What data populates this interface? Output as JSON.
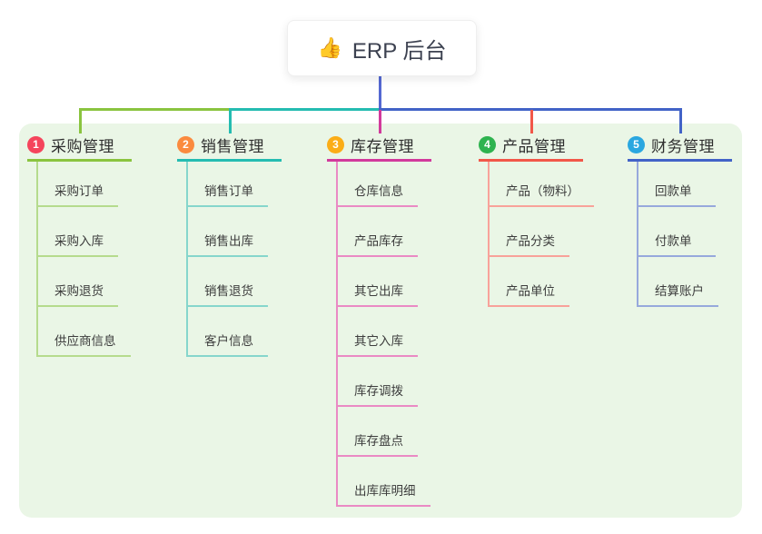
{
  "root": {
    "icon_glyph": "👍",
    "label": "ERP 后台"
  },
  "colors": {
    "panel_bg": "#eaf6e6",
    "root_line": "#5468d2"
  },
  "branches": [
    {
      "num": "1",
      "title": "采购管理",
      "badge_color": "#f5455c",
      "line_color": "#8ac43f",
      "child_line_color": "#b5db8d",
      "children": [
        "采购订单",
        "采购入库",
        "采购退货",
        "供应商信息"
      ]
    },
    {
      "num": "2",
      "title": "销售管理",
      "badge_color": "#fb8b3f",
      "line_color": "#25bcb1",
      "child_line_color": "#86d6cc",
      "children": [
        "销售订单",
        "销售出库",
        "销售退货",
        "客户信息"
      ]
    },
    {
      "num": "3",
      "title": "库存管理",
      "badge_color": "#fbad17",
      "line_color": "#d23a9c",
      "child_line_color": "#ea8ac4",
      "children": [
        "仓库信息",
        "产品库存",
        "其它出库",
        "其它入库",
        "库存调拨",
        "库存盘点",
        "出库库明细"
      ]
    },
    {
      "num": "4",
      "title": "产品管理",
      "badge_color": "#2eb34f",
      "line_color": "#f25749",
      "child_line_color": "#f8a29a",
      "children": [
        "产品（物料）",
        "产品分类",
        "产品单位"
      ]
    },
    {
      "num": "5",
      "title": "财务管理",
      "badge_color": "#2aa7e0",
      "line_color": "#4263c7",
      "child_line_color": "#97a9dc",
      "children": [
        "回款单",
        "付款单",
        "结算账户"
      ]
    }
  ]
}
